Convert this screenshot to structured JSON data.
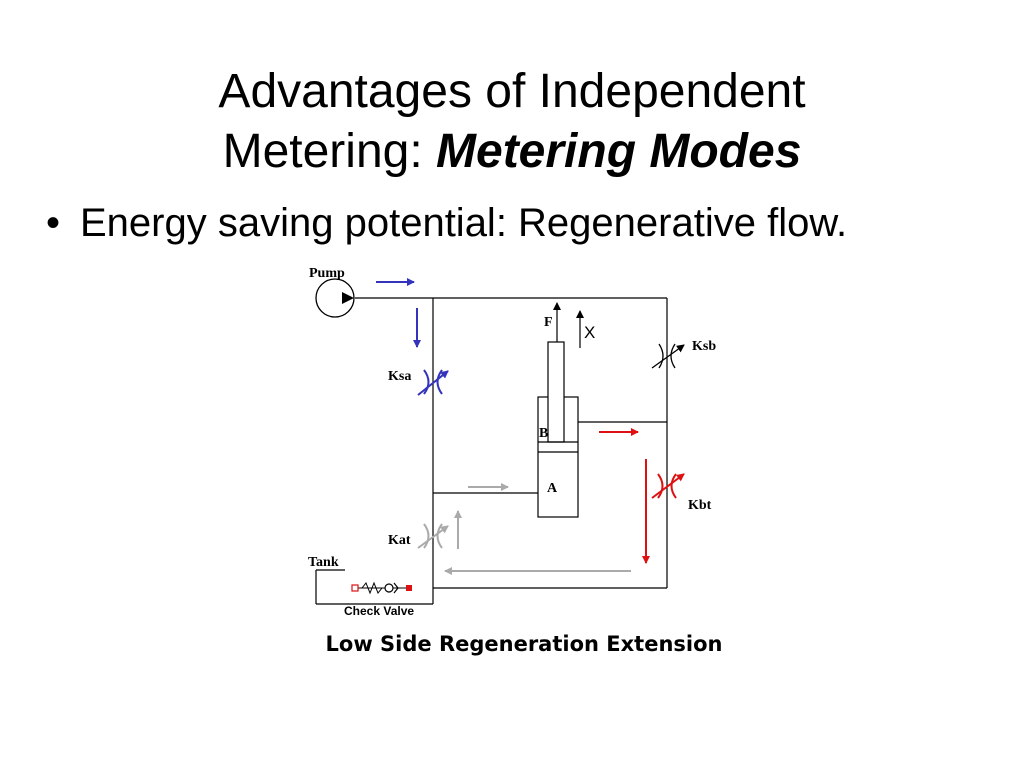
{
  "slide": {
    "title_line1": "Advantages of Independent",
    "title_line2_plain": "Metering: ",
    "title_line2_emphasis": "Metering Modes",
    "bullet_marker": "•",
    "bullet_text": "Energy saving potential: Regenerative flow.",
    "caption": "Low Side Regeneration Extension"
  },
  "diagram": {
    "labels": {
      "pump": "Pump",
      "tank": "Tank",
      "check_valve": "Check Valve",
      "ksa": "Ksa",
      "ksb": "Ksb",
      "kat": "Kat",
      "kbt": "Kbt",
      "force": "F",
      "displacement": "X",
      "chamber_a": "A",
      "chamber_b": "B"
    },
    "colors": {
      "supply_flow": "#3333bb",
      "regen_flow": "#dd1111",
      "return_flow": "#aaaaaa",
      "lines": "#000000"
    }
  }
}
